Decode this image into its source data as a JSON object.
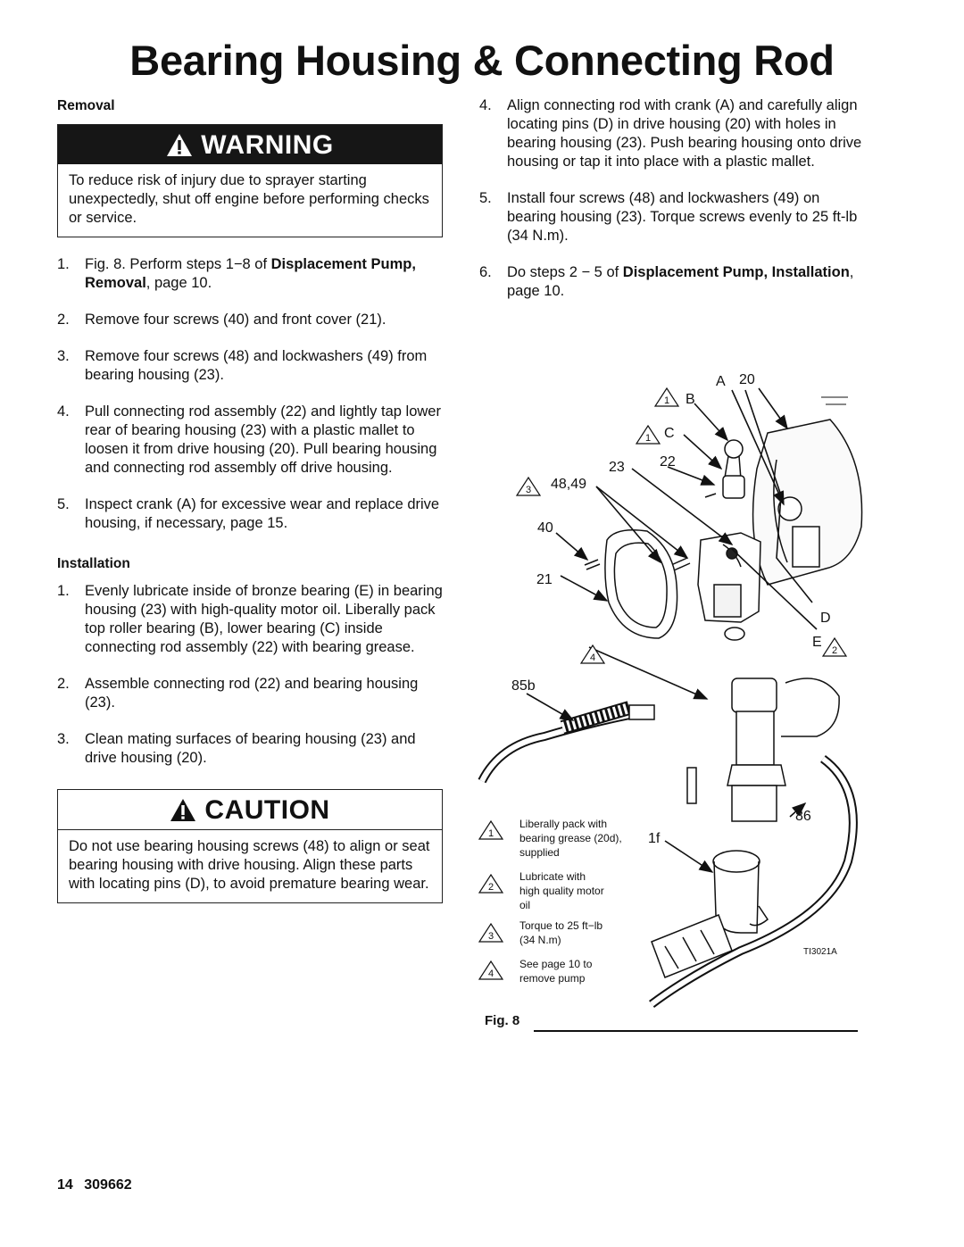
{
  "page": {
    "title": "Bearing Housing & Connecting Rod",
    "footer": "14 309662"
  },
  "removal": {
    "heading": "Removal",
    "warning": {
      "label": "WARNING",
      "text": "To reduce risk of injury due to sprayer starting unexpectedly, shut off engine before performing checks or service."
    },
    "steps": [
      {
        "num": "1.",
        "pre": "Fig. 8. Perform steps 1−8 of ",
        "bold": "Displacement Pump, Removal",
        "post": ", page 10."
      },
      {
        "num": "2.",
        "text": "Remove four screws (40) and front cover (21)."
      },
      {
        "num": "3.",
        "text": "Remove four screws (48) and lockwashers (49) from bearing housing (23)."
      },
      {
        "num": "4.",
        "text": "Pull connecting rod assembly (22) and lightly tap lower rear of bearing housing (23) with a plastic mallet to loosen it from drive housing (20). Pull bearing housing and connecting rod assembly off drive housing."
      },
      {
        "num": "5.",
        "text": "Inspect crank (A) for excessive wear and replace drive housing, if necessary, page 15."
      }
    ]
  },
  "installation": {
    "heading": "Installation",
    "steps": [
      {
        "num": "1.",
        "text": "Evenly lubricate inside of bronze bearing (E) in bearing housing (23) with high-quality motor oil. Liberally pack top roller bearing (B), lower bearing (C) inside connecting rod assembly (22) with bearing grease."
      },
      {
        "num": "2.",
        "text": "Assemble connecting rod (22) and bearing housing (23)."
      },
      {
        "num": "3.",
        "text": "Clean mating surfaces of bearing housing (23) and drive housing (20)."
      }
    ],
    "caution": {
      "label": "CAUTION",
      "text": "Do not use bearing housing screws (48) to align or seat bearing housing with drive housing. Align these parts with locating pins (D), to avoid premature bearing wear."
    },
    "steps_cont": [
      {
        "num": "4.",
        "text": "Align connecting rod with crank (A) and carefully align locating pins (D) in drive housing (20) with holes in bearing housing (23). Push bearing housing onto drive housing or tap it into place with a plastic mallet."
      },
      {
        "num": "5.",
        "text": "Install four screws (48) and lockwashers (49) on bearing housing (23). Torque screws evenly to 25 ft-lb (34 N.m)."
      },
      {
        "num": "6.",
        "pre": "Do steps 2 − 5 of ",
        "bold": "Displacement Pump, Installation",
        "post": ", page 10."
      }
    ]
  },
  "figure": {
    "caption": "Fig. 8",
    "code": "TI3021A",
    "callouts": {
      "a": "A",
      "b": "B",
      "c": "C",
      "d": "D",
      "e": "E",
      "n20": "20",
      "n22": "22",
      "n23": "23",
      "n4849": "48,49",
      "n40": "40",
      "n21": "21",
      "n85b": "85b",
      "n86": "86",
      "n1f": "1f"
    },
    "notes": [
      {
        "mark": "1",
        "text": "Liberally pack with bearing grease (20d), supplied"
      },
      {
        "mark": "2",
        "text": "Lubricate with high quality motor oil"
      },
      {
        "mark": "3",
        "text": "Torque to 25 ft−lb (34 N.m)"
      },
      {
        "mark": "4",
        "text": "See page 10 to remove pump"
      }
    ]
  }
}
